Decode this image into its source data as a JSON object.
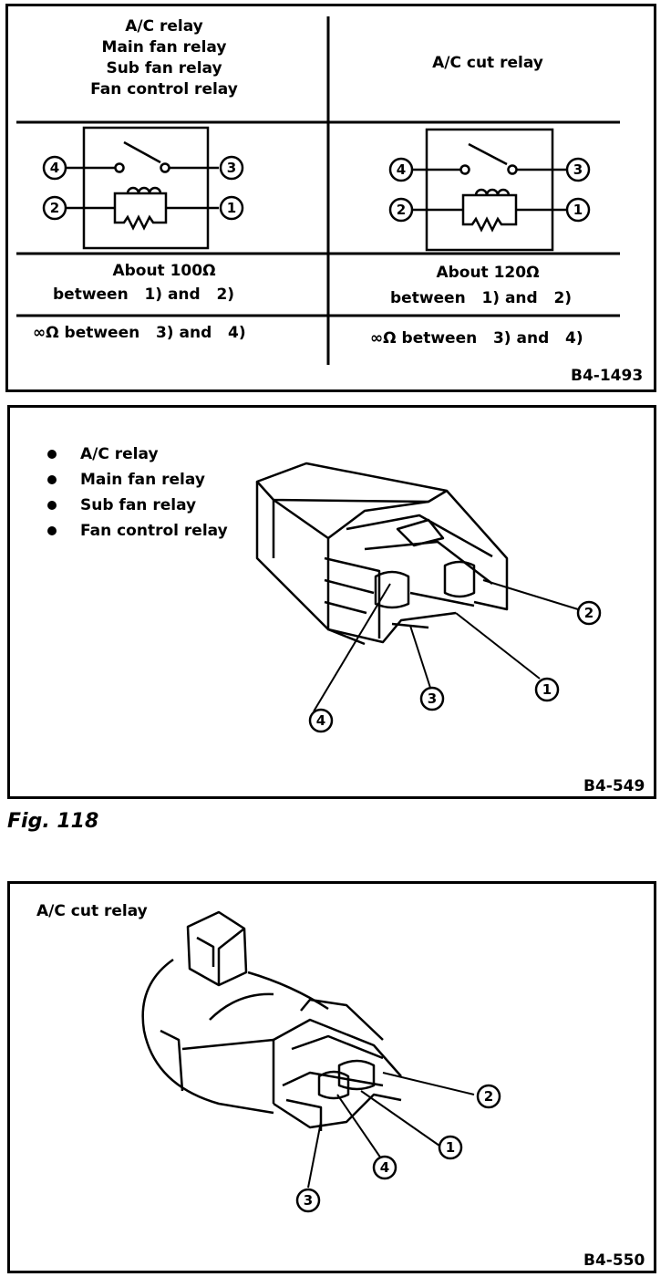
{
  "table_panel": {
    "left_header": [
      "A/C relay",
      "Main fan relay",
      "Sub fan relay",
      "Fan control relay"
    ],
    "right_header": "A/C cut relay",
    "left_res_line1": "About 100Ω",
    "left_res_line2": "between   1) and   2)",
    "left_res_line3": "∞Ω between   3) and   4)",
    "right_res_line1": "About 120Ω",
    "right_res_line2": "between   1) and   2)",
    "right_res_line3": "∞Ω between   3) and   4)",
    "code": "B4-1493"
  },
  "terminals": {
    "t1": "1",
    "t2": "2",
    "t3": "3",
    "t4": "4"
  },
  "relay_panel": {
    "items": [
      "A/C relay",
      "Main fan relay",
      "Sub fan relay",
      "Fan control relay"
    ],
    "code": "B4-549"
  },
  "figure_caption": "Fig. 118",
  "cut_relay_panel": {
    "title": "A/C cut relay",
    "code": "B4-550"
  }
}
